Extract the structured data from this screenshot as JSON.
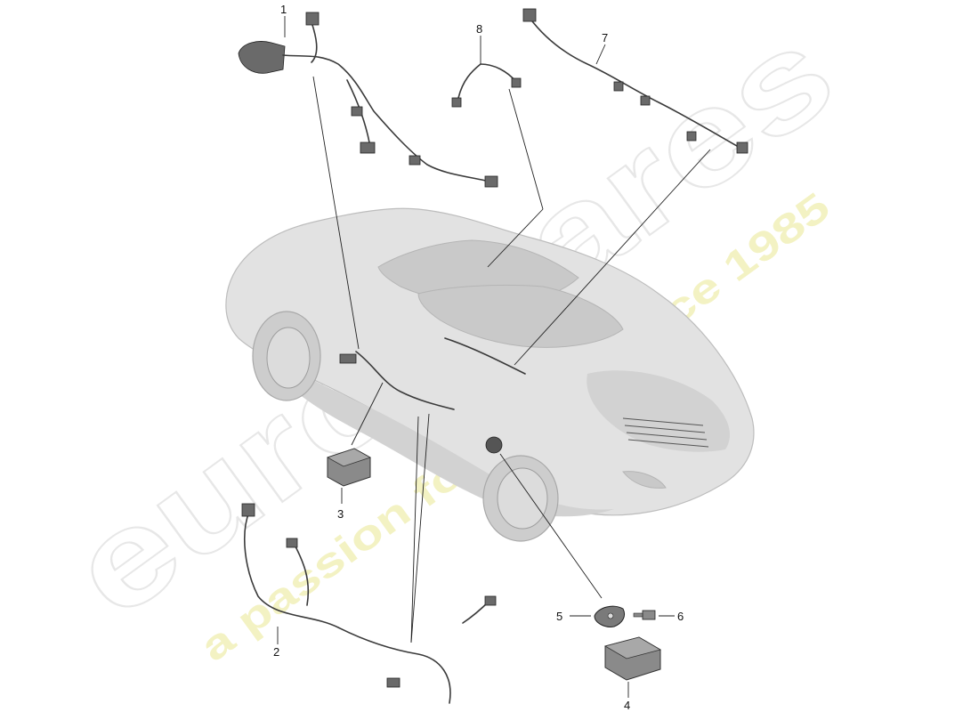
{
  "diagram": {
    "callouts": [
      {
        "id": "1",
        "label": "1"
      },
      {
        "id": "2",
        "label": "2"
      },
      {
        "id": "3",
        "label": "3"
      },
      {
        "id": "4",
        "label": "4"
      },
      {
        "id": "5",
        "label": "5"
      },
      {
        "id": "6",
        "label": "6"
      },
      {
        "id": "7",
        "label": "7"
      },
      {
        "id": "8",
        "label": "8"
      }
    ]
  },
  "watermark": {
    "brand": "eurospares",
    "tagline": "a passion for parts since 1985"
  },
  "colors": {
    "car": "#e2e2e2",
    "wire": "#3a3a3a",
    "watermark_text": "#f1f0b9",
    "watermark_outline": "#e7e7e7"
  }
}
